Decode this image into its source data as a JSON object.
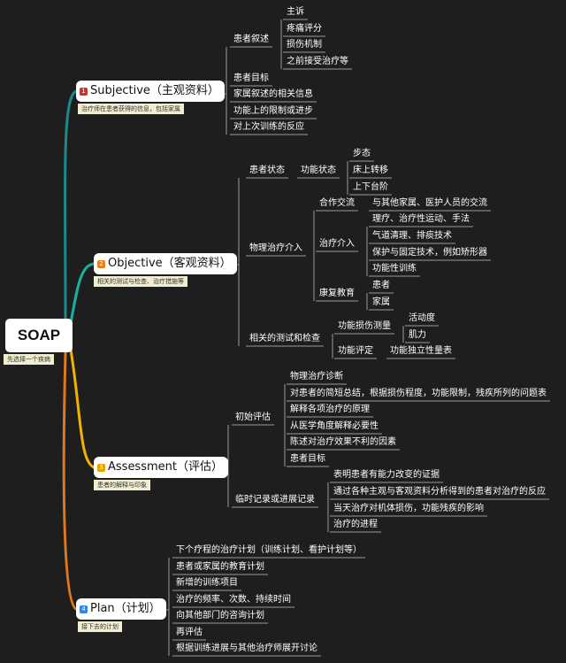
{
  "root": {
    "label": "SOAP",
    "note": "先选择一个疾病"
  },
  "colors": {
    "subjective": "#c0392b",
    "objective": "#e67e22",
    "assessment": "#e5a100",
    "plan": "#2e86de",
    "branch_s": "#1a8a8a",
    "branch_o": "#1ab0a0",
    "branch_a": "#f0b400",
    "branch_p": "#e07820",
    "line": "#9a9a9a"
  },
  "subjective": {
    "num": "1",
    "label": "Subjective（主观资料）",
    "note": "治疗师在患者获得的信息，包括家属",
    "group1_label": "患者叙述",
    "group1_items": [
      "主诉",
      "疼痛评分",
      "损伤机制",
      "之前接受治疗等"
    ],
    "items": [
      "患者目标",
      "家属叙述的相关信息",
      "功能上的限制或进步",
      "对上次训练的反应"
    ]
  },
  "objective": {
    "num": "2",
    "label": "Objective（客观资料）",
    "note": "相关的测试与检查、治疗措施等",
    "status_label": "患者状态",
    "func_status_label": "功能状态",
    "func_status_items": [
      "步态",
      "床上转移",
      "上下台阶"
    ],
    "pt_label": "物理治疗介入",
    "coop_label": "合作交流",
    "coop_item": "与其他家属、医护人员的交流",
    "intervene_label": "治疗介入",
    "intervene_items": [
      "理疗、治疗性运动、手法",
      "气道清理、排痰技术",
      "保护与固定技术，例如矫形器",
      "功能性训练"
    ],
    "rehab_label": "康复教育",
    "rehab_items": [
      "患者",
      "家属"
    ],
    "tests_label": "相关的测试和检查",
    "impair_label": "功能损伤测量",
    "impair_items": [
      "活动度",
      "肌力"
    ],
    "eval_label": "功能评定",
    "eval_item": "功能独立性量表"
  },
  "assessment": {
    "num": "3",
    "label": "Assessment（评估）",
    "note": "患者的解释与印象",
    "initial_label": "初始评估",
    "initial_items": [
      "物理治疗诊断",
      "对患者的简短总结，根据损伤程度，功能限制，残疾所列的问题表",
      "解释各项治疗的原理",
      "从医学角度解释必要性",
      "陈述对治疗效果不利的因素",
      "患者目标"
    ],
    "progress_label": "临时记录或进展记录",
    "progress_items": [
      "表明患者有能力改变的证据",
      "通过各种主观与客观资料分析得到的患者对治疗的反应",
      "当天治疗对机体损伤，功能残疾的影响",
      "治疗的进程"
    ]
  },
  "plan": {
    "num": "4",
    "label": "Plan（计划）",
    "note": "接下去的计划",
    "items": [
      "下个疗程的治疗计划（训练计划、看护计划等）",
      "患者或家属的教育计划",
      "新增的训练项目",
      "治疗的频率、次数、持续时间",
      "向其他部门的咨询计划",
      "再评估",
      "根据训练进展与其他治疗师展开讨论"
    ]
  }
}
